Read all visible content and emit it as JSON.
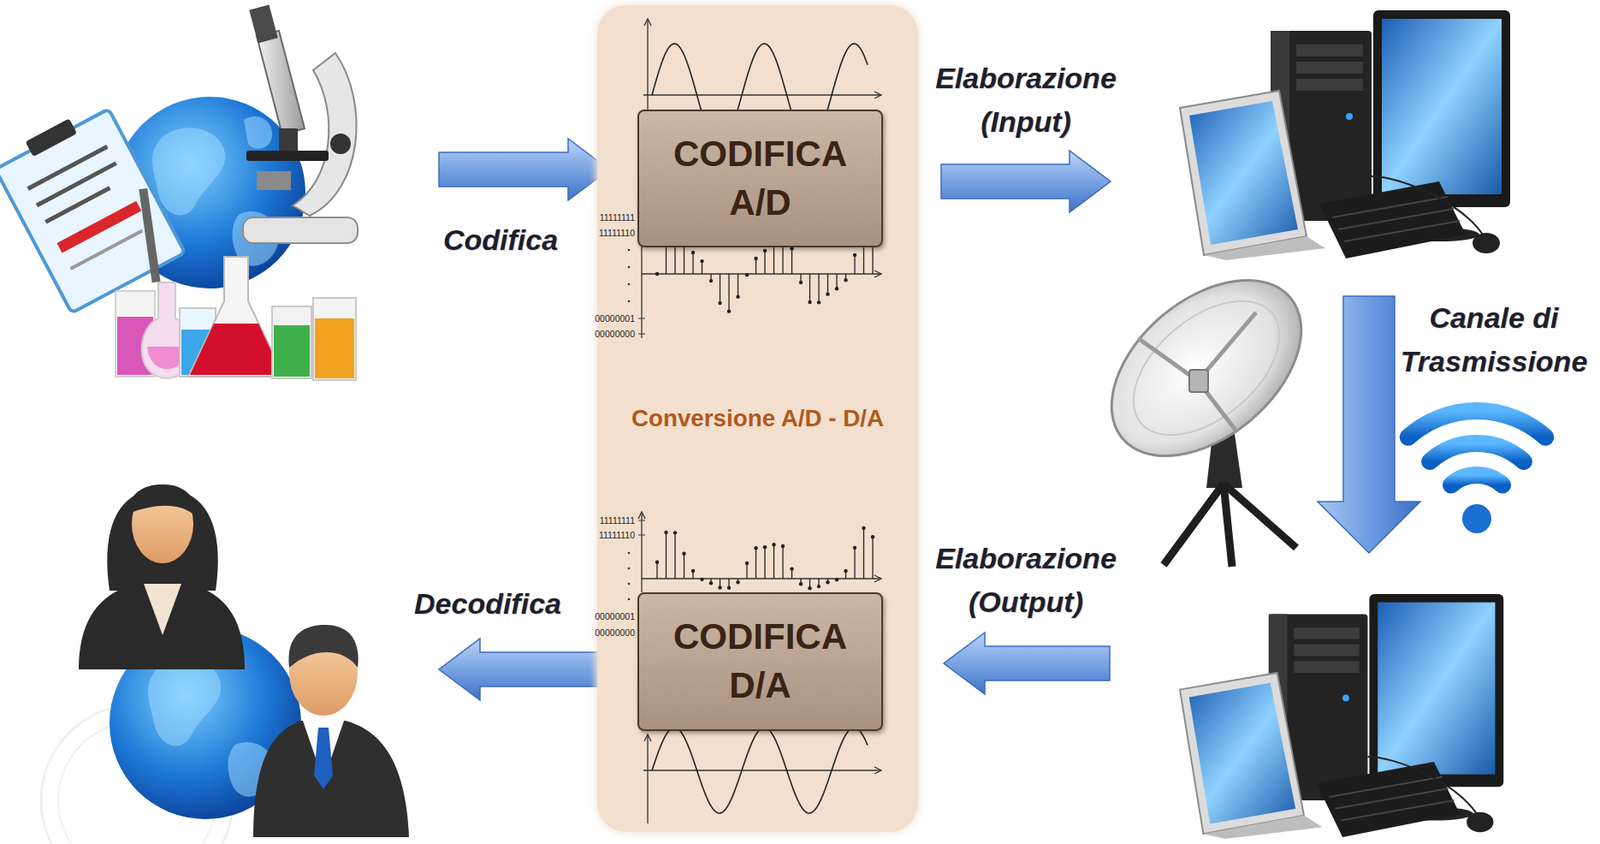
{
  "diagram": {
    "nodes": [
      {
        "text": [
          "Conversione A/D - D/A"
        ]
      },
      {
        "text": [
          "CODIFICA A/D"
        ],
        "in": 0
      },
      {
        "text": [
          "CODIFICA D/A"
        ],
        "in": 0
      }
    ],
    "labels": [
      "Codifica",
      "Elaborazione (Input)",
      "Canale di Trasmissione",
      "Elaborazione (Output)",
      "Decodifica",
      "11111111",
      "11111110",
      "00000001",
      "00000000",
      "11111111",
      "11111110",
      "00000001",
      "00000000"
    ]
  }
}
